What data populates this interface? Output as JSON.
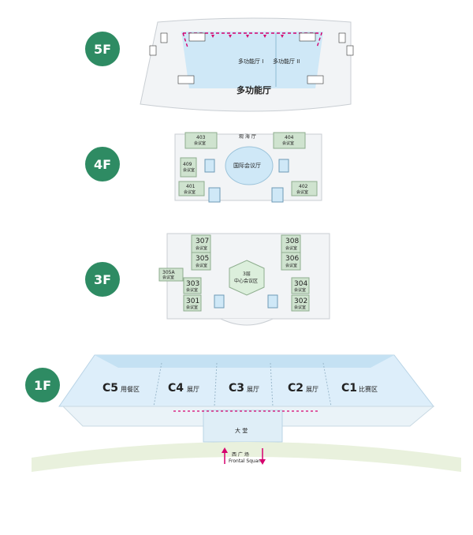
{
  "floors": [
    {
      "badge": "5F",
      "hall_main": "多功能厅",
      "hall_1": "多功能厅 I",
      "hall_2": "多功能厅 II"
    },
    {
      "badge": "4F",
      "center": "国际会议厅",
      "top": "观 海 厅",
      "rooms": [
        {
          "num": "403",
          "name": "会议室"
        },
        {
          "num": "404",
          "name": "会议室"
        },
        {
          "num": "409",
          "name": "会议室"
        },
        {
          "num": "401",
          "name": "会议室"
        },
        {
          "num": "402",
          "name": "会议室"
        }
      ]
    },
    {
      "badge": "3F",
      "center_line1": "3层",
      "center_line2": "中心会议区",
      "rooms": [
        {
          "num": "307",
          "name": "会议室"
        },
        {
          "num": "308",
          "name": "会议室"
        },
        {
          "num": "305",
          "name": "会议室"
        },
        {
          "num": "306",
          "name": "会议室"
        },
        {
          "num": "305A",
          "name": "会议室"
        },
        {
          "num": "303",
          "name": "会议室"
        },
        {
          "num": "304",
          "name": "会议室"
        },
        {
          "num": "301",
          "name": "会议室"
        },
        {
          "num": "302",
          "name": "会议室"
        }
      ]
    },
    {
      "badge": "1F",
      "halls": [
        {
          "code": "C5",
          "name": "用餐区"
        },
        {
          "code": "C4",
          "name": "展厅"
        },
        {
          "code": "C3",
          "name": "展厅"
        },
        {
          "code": "C2",
          "name": "展厅"
        },
        {
          "code": "C1",
          "name": "比赛区"
        }
      ],
      "lobby": "大 堂",
      "square_cn": "西 广 场",
      "square_en": "Frontal Square"
    }
  ],
  "colors": {
    "badge": "#2e8b63",
    "hall_blue": "#cfe8f7",
    "room_green": "#cfe3cf",
    "arrow": "#d6006e",
    "ground": "#e9f1dd"
  }
}
